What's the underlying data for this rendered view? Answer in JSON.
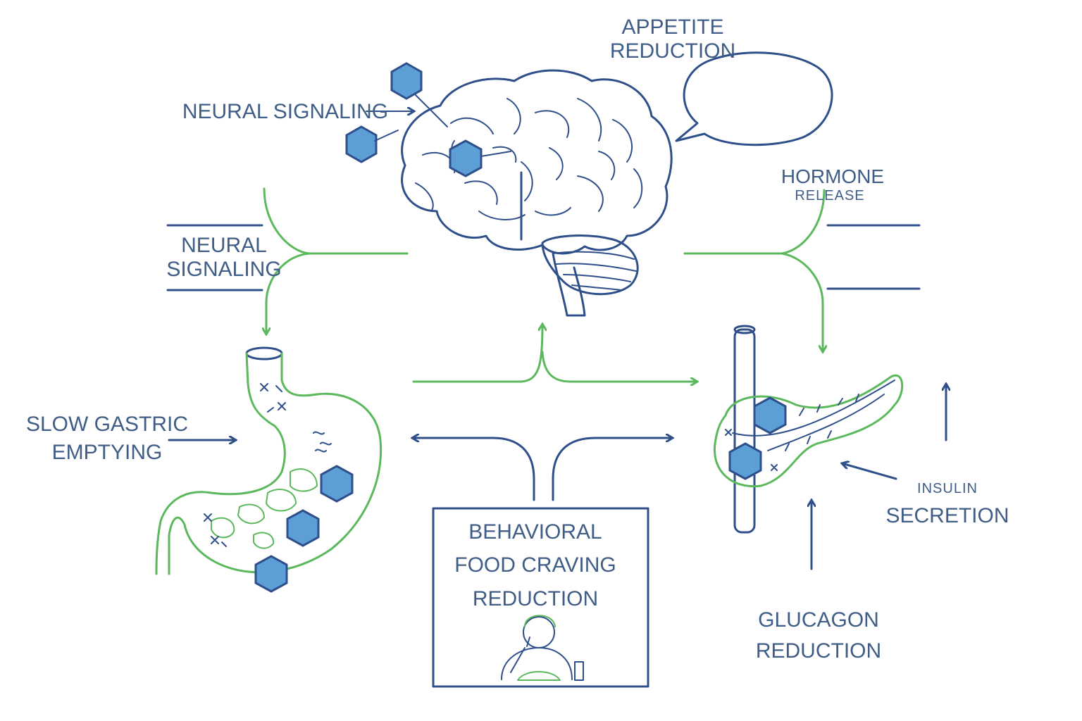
{
  "labels": {
    "appetite_line1": "APPETITE",
    "appetite_line2": "REDUCTION",
    "neural_top": "NEURAL SIGNALING",
    "neural_left_line1": "NEURAL",
    "neural_left_line2": "SIGNALING",
    "hormone_line1": "HORMONE",
    "hormone_line2": "RELEASE",
    "gastric_line1": "SLOW GASTRIC",
    "gastric_line2": "EMPTYING",
    "behavioral_line1": "BEHAVIORAL",
    "behavioral_line2": "FOOD CRAVING",
    "behavioral_line3": "REDUCTION",
    "insulin_line1": "INSULIN",
    "insulin_line2": "SECRETION",
    "glucagon_line1": "GLUCAGON",
    "glucagon_line2": "REDUCTION"
  },
  "colors": {
    "blue": "#2f4f8a",
    "green": "#5cb85c",
    "hex_fill": "#5b9fd6",
    "label": "#3f5d86"
  },
  "icons": [
    "brain-icon",
    "stomach-icon",
    "pancreas-icon",
    "person-eating-icon",
    "receptor-hexagon-icon",
    "speech-bubble-icon"
  ]
}
